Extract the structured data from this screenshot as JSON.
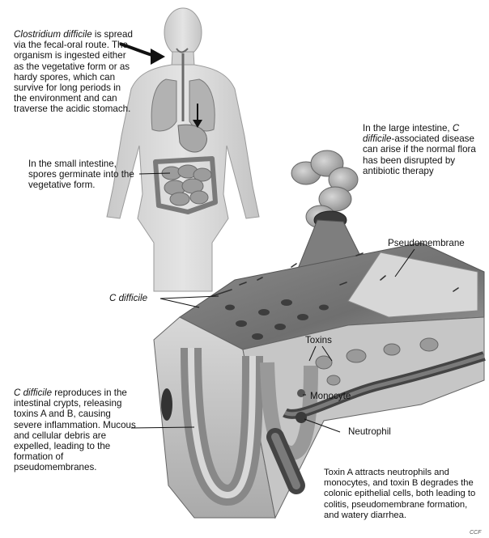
{
  "notes": {
    "spread": {
      "organism_name": "Clostridium difficile",
      "text": " is spread via the fecal-oral route. The organism is ingested either as the vegetative form or as hardy spores, which can survive for long periods in the environment and can traverse the acidic stomach."
    },
    "small_intestine": {
      "text": "In the small intestine, spores germinate into the vegetative form."
    },
    "large_intestine": {
      "prefix": "In the large intestine, ",
      "organism": "C difficile",
      "suffix": "-associated disease can arise if the normal flora has been disrupted by antibiotic therapy"
    },
    "crypts": {
      "organism": "C difficile",
      "text": " reproduces in the intestinal crypts, releasing toxins A and B, causing severe inflammation. Mucous and cellular debris are expelled, leading to the formation of pseudomembranes."
    },
    "toxins_effect": {
      "text": "Toxin A attracts neutrophils and monocytes, and toxin B degrades the colonic epithelial cells, both leading to colitis, pseudomembrane formation, and watery diarrhea."
    }
  },
  "labels": {
    "pseudomembrane": "Pseudomembrane",
    "c_difficile": "C difficile",
    "toxins": "Toxins",
    "monocyte": "Monocyte",
    "neutrophil": "Neutrophil"
  },
  "credit": "CCF"
}
